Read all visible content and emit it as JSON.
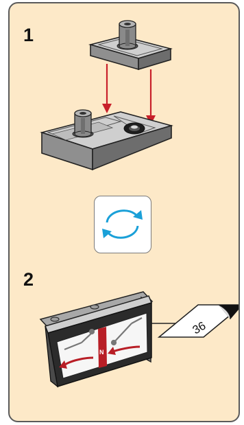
{
  "steps": [
    {
      "number": "1"
    },
    {
      "number": "2"
    }
  ],
  "rotate_icon": "rotate-arrows-icon",
  "tile_marker": "N",
  "page_ref": "36",
  "colors": {
    "panel_background": "#fde9c8",
    "panel_border": "#5a5a5a",
    "arrow_red": "#c8202a",
    "rotate_blue": "#1aa0d8",
    "brick_grey": "#9a9a9a"
  }
}
